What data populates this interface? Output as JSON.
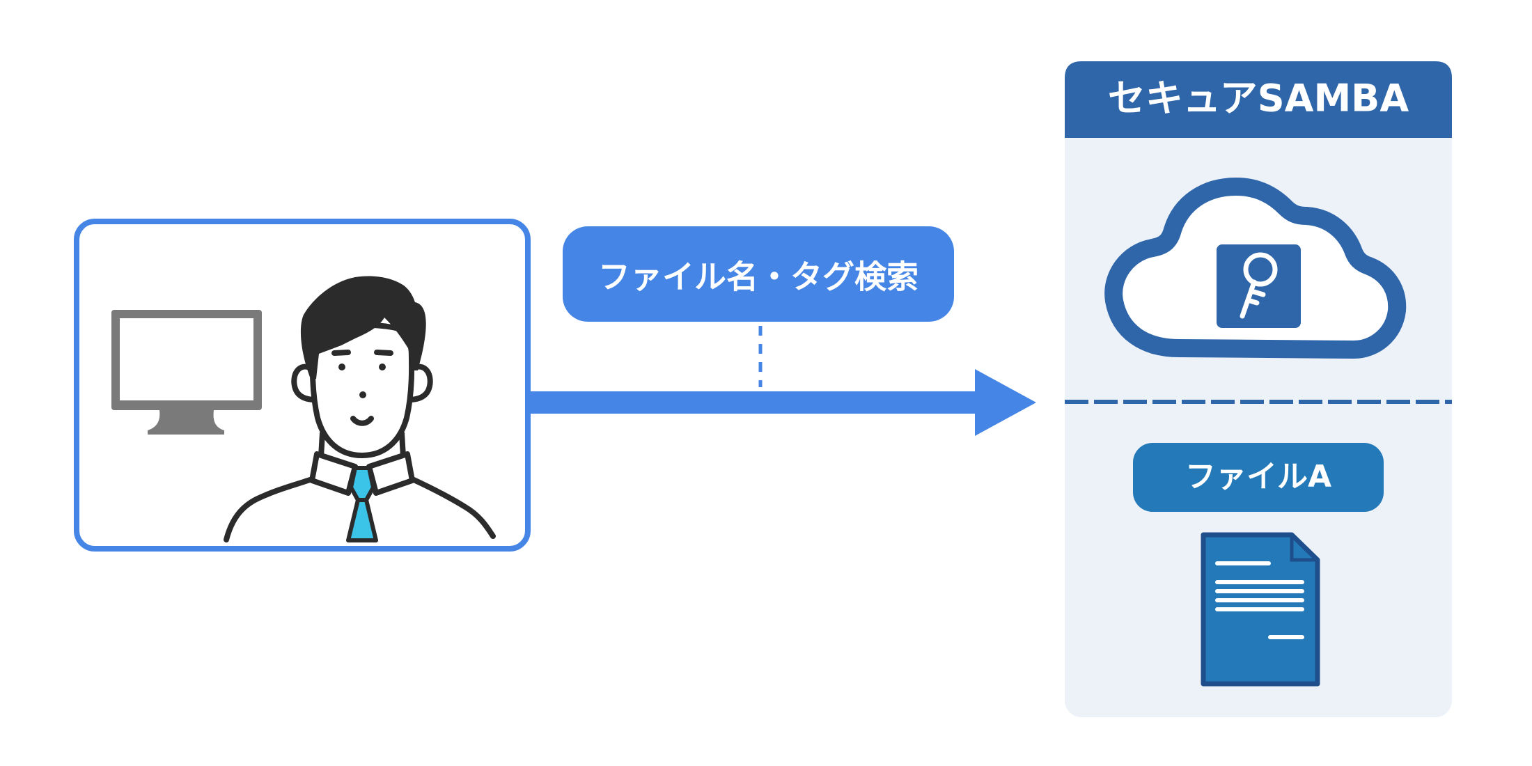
{
  "search_label": "ファイル名・タグ検索",
  "server": {
    "title": "セキュアSAMBA",
    "file_label": "ファイルA"
  },
  "icons": {
    "user": "person-at-computer-icon",
    "computer": "monitor-icon",
    "cloud": "cloud-lock-key-icon",
    "file": "document-icon"
  },
  "colors": {
    "accent": "#4585E6",
    "server_header": "#2F66A9",
    "server_bg": "#EDF2F9",
    "file_label_bg": "#2479B8",
    "file_icon": "#2479B8",
    "tie": "#3BC3E8",
    "monitor": "#7A7A7A"
  }
}
